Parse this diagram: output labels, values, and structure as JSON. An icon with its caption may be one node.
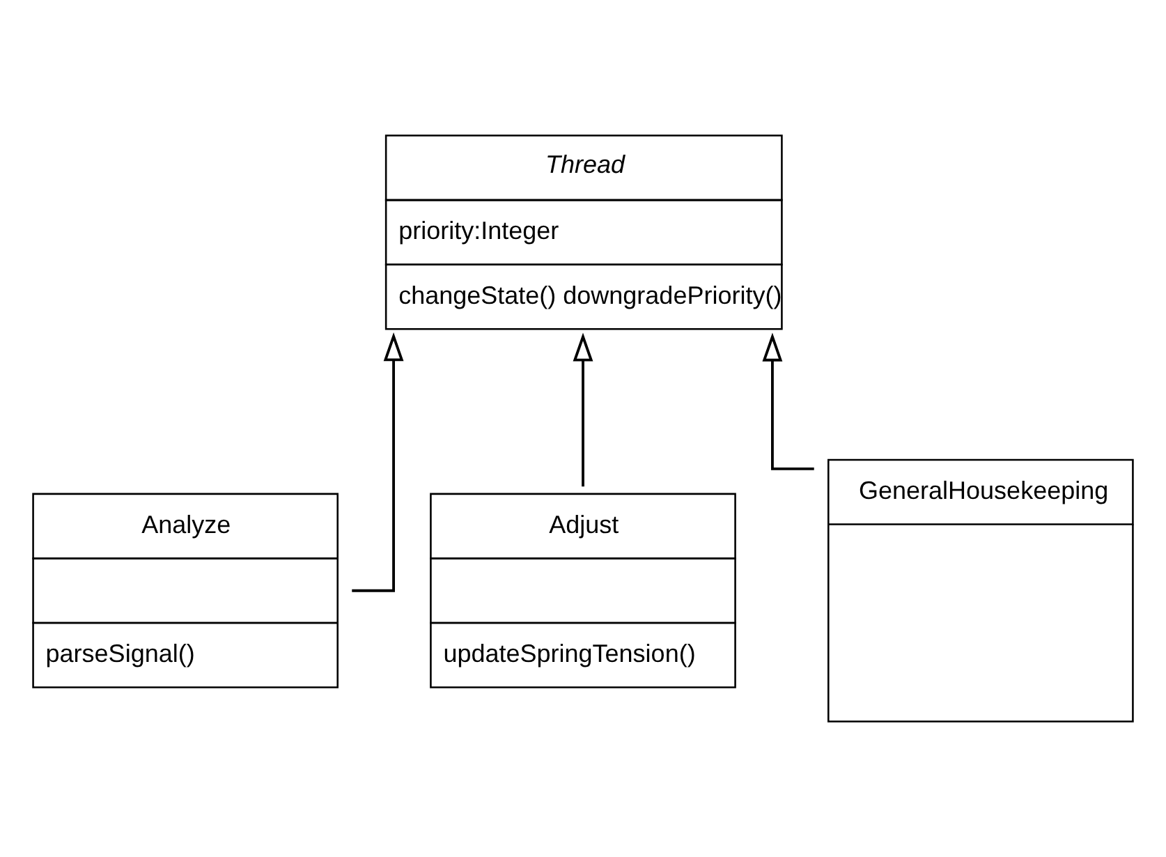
{
  "diagram": {
    "nodes": [
      {
        "text": [
          "Thread",
          "priority:Integer",
          "changeState() downgradePriority()"
        ]
      },
      {
        "text": [
          "Analyze",
          "parseSignal()"
        ]
      },
      {
        "text": [
          "Adjust",
          "updateSpringTension()"
        ]
      },
      {
        "text": [
          "GeneralHousekeeping"
        ]
      }
    ],
    "edges": [
      {
        "from": 1,
        "to": 0,
        "arrow": "to"
      },
      {
        "from": 2,
        "to": 0,
        "arrow": "to"
      },
      {
        "from": 3,
        "to": 0,
        "arrow": "to"
      }
    ]
  }
}
